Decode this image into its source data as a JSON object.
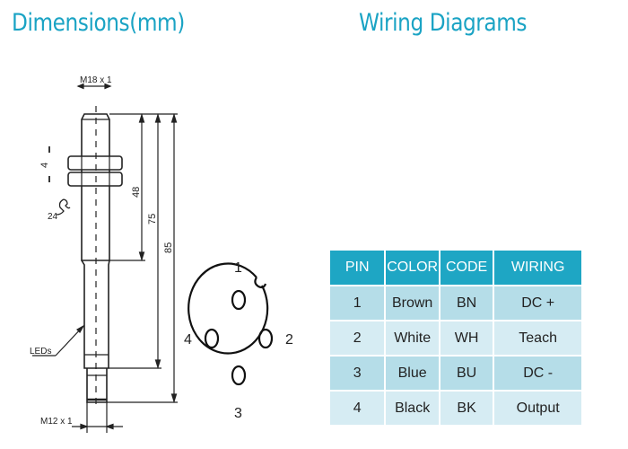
{
  "titles": {
    "dimensions": "Dimensions(mm)",
    "wiring": "Wiring Diagrams"
  },
  "colors": {
    "accent": "#1aa3c4",
    "header_bg": "#1ea6c4",
    "row_dark": "#b5dde8",
    "row_light": "#d6ecf3"
  },
  "dimension_drawing": {
    "thread_top": "M18 x 1",
    "thread_bottom": "M12 x 1",
    "nut_height": "4",
    "wrench_size": "24",
    "leds_label": "LEDs",
    "lengths": [
      "48",
      "75",
      "85"
    ]
  },
  "connector": {
    "pins": [
      "1",
      "2",
      "3",
      "4"
    ]
  },
  "wiring_table": {
    "headers": [
      "PIN",
      "COLOR",
      "CODE",
      "WIRING"
    ],
    "rows": [
      {
        "pin": "1",
        "color": "Brown",
        "code": "BN",
        "wiring": "DC +"
      },
      {
        "pin": "2",
        "color": "White",
        "code": "WH",
        "wiring": "Teach"
      },
      {
        "pin": "3",
        "color": "Blue",
        "code": "BU",
        "wiring": "DC -"
      },
      {
        "pin": "4",
        "color": "Black",
        "code": "BK",
        "wiring": "Output"
      }
    ]
  }
}
